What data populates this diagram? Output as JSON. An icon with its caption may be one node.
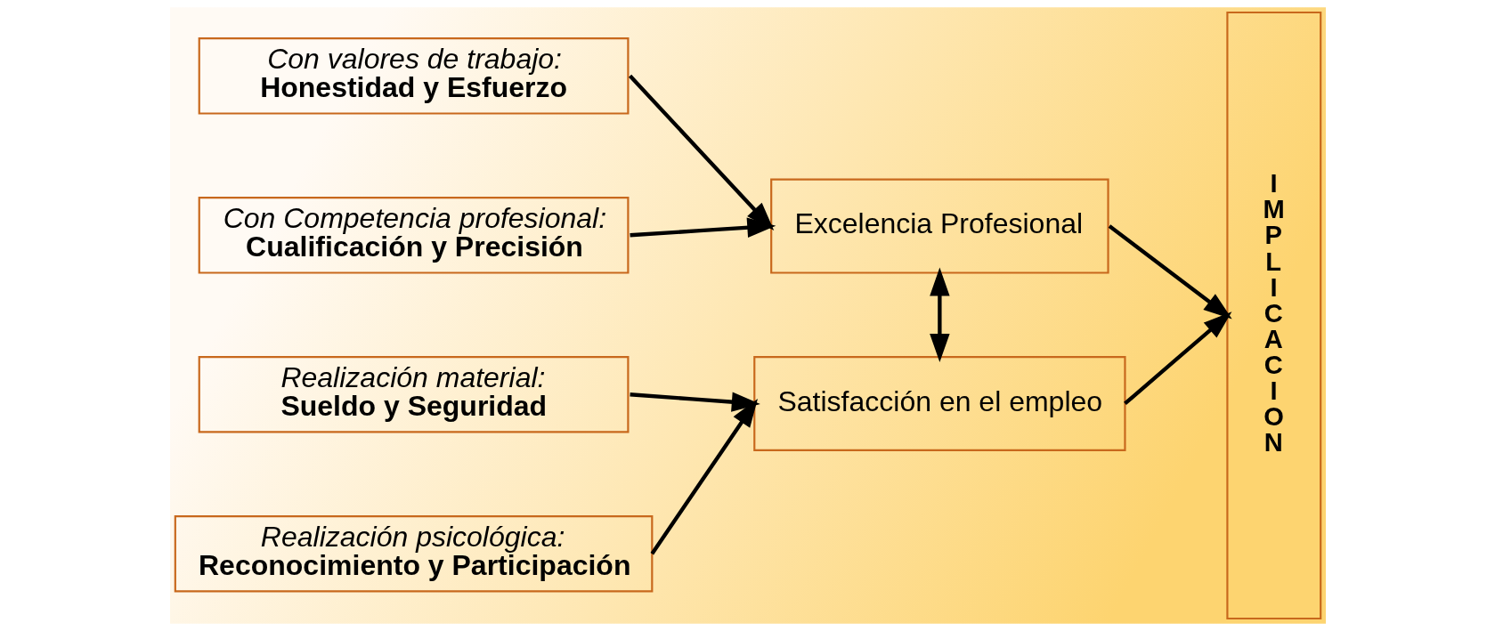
{
  "diagram": {
    "nodes": [
      {
        "text": [
          "Con valores de trabajo:",
          "Honestidad y Esfuerzo"
        ]
      },
      {
        "text": [
          "Con Competencia profesional:",
          "Cualificación y Precisión"
        ]
      },
      {
        "text": [
          "Realización material:",
          "Sueldo y Seguridad"
        ]
      },
      {
        "text": [
          "Realización psicológica:",
          "Reconocimiento y Participación"
        ]
      },
      {
        "text": [
          "Excelencia Profesional"
        ]
      },
      {
        "text": [
          "Satisfacción en el empleo"
        ]
      },
      {
        "text": [
          "IMPLICACION"
        ]
      }
    ],
    "edges": [
      {
        "from": 0,
        "to": 4,
        "arrow": "to"
      },
      {
        "from": 1,
        "to": 4,
        "arrow": "to"
      },
      {
        "from": 2,
        "to": 5,
        "arrow": "to"
      },
      {
        "from": 3,
        "to": 5,
        "arrow": "to"
      },
      {
        "from": 4,
        "to": 5,
        "arrow": "both"
      },
      {
        "from": 4,
        "to": 6,
        "arrow": "to"
      },
      {
        "from": 5,
        "to": 6,
        "arrow": "to"
      }
    ]
  }
}
